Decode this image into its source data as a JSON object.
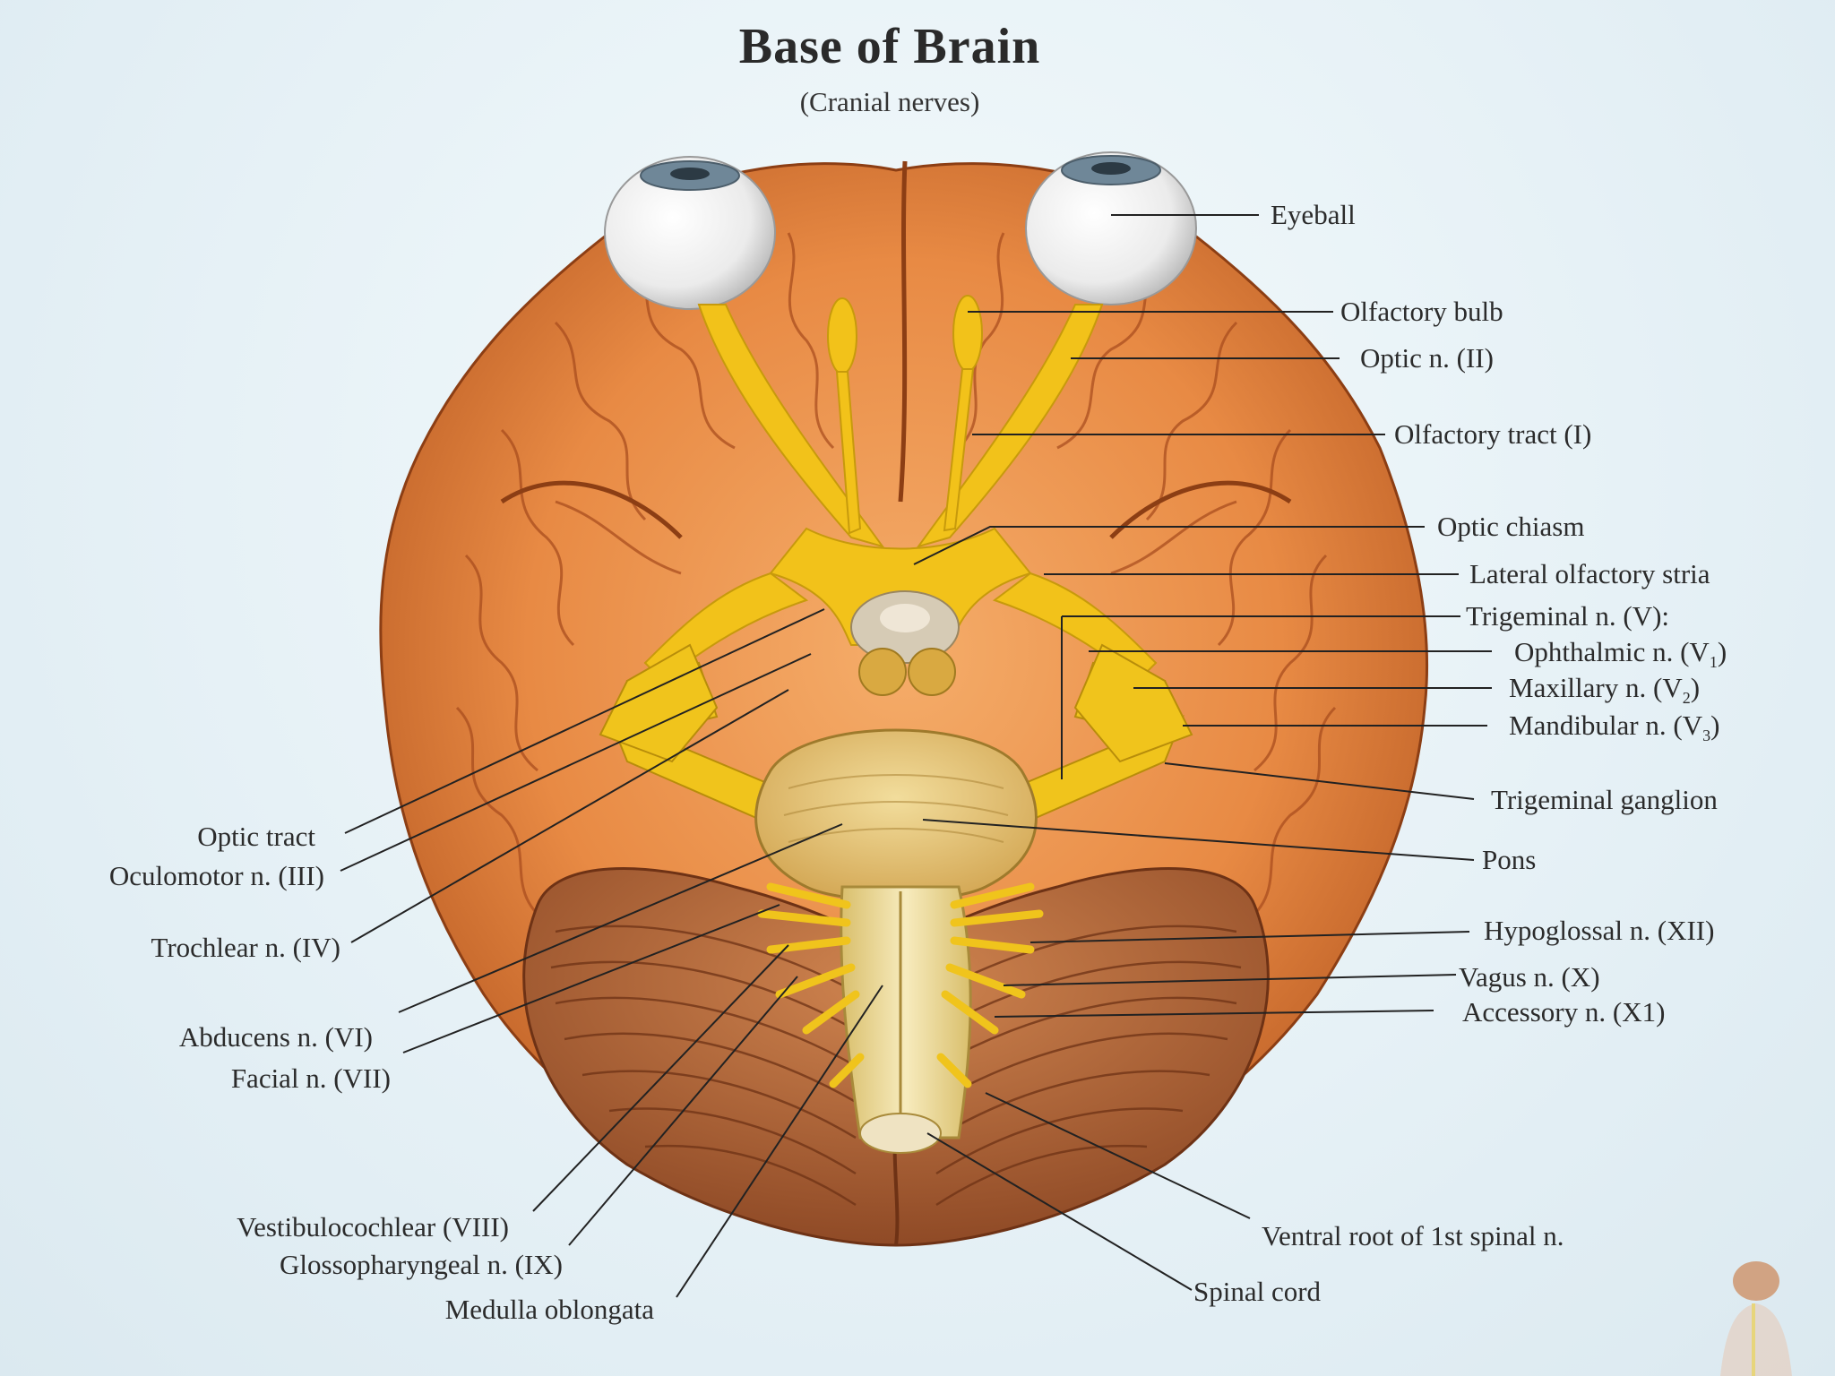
{
  "title": "Base of Brain",
  "subtitle": "(Cranial nerves)",
  "labels_right": {
    "eyeball": "Eyeball",
    "olfactory_bulb": "Olfactory bulb",
    "optic_n": "Optic n. (II)",
    "olfactory_tract": "Olfactory tract (I)",
    "optic_chiasm": "Optic chiasm",
    "lateral_olfactory_stria": "Lateral olfactory stria",
    "trigeminal_n": "Trigeminal n. (V):",
    "ophthalmic_n": "Ophthalmic n. (V",
    "ophthalmic_sub": "1",
    "maxillary_n": "Maxillary n. (V",
    "maxillary_sub": "2",
    "mandibular_n": "Mandibular n. (V",
    "mandibular_sub": "3",
    "trigeminal_ganglion": "Trigeminal ganglion",
    "pons": "Pons",
    "hypoglossal_n": "Hypoglossal n. (XII)",
    "vagus_n": "Vagus n. (X)",
    "accessory_n": "Accessory n. (X1)",
    "ventral_root": "Ventral root of 1st spinal n.",
    "spinal_cord": "Spinal cord"
  },
  "labels_left": {
    "optic_tract": "Optic tract",
    "oculomotor_n": "Oculomotor n. (III)",
    "trochlear_n": "Trochlear n. (IV)",
    "abducens_n": "Abducens n. (VI)",
    "facial_n": "Facial n. (VII)",
    "vestibulocochlear": "Vestibulocochlear (VIII)",
    "glossopharyngeal_n": "Glossopharyngeal n. (IX)",
    "medulla_oblongata": "Medulla oblongata"
  },
  "colors": {
    "cerebrum": "#e88a44",
    "cerebrum_dark": "#b5541f",
    "cerebellum": "#b86a3a",
    "nerve": "#f2c21a",
    "brainstem": "#f0dc9c",
    "eyeball": "#f2f2f2",
    "leader_line": "#222222"
  }
}
